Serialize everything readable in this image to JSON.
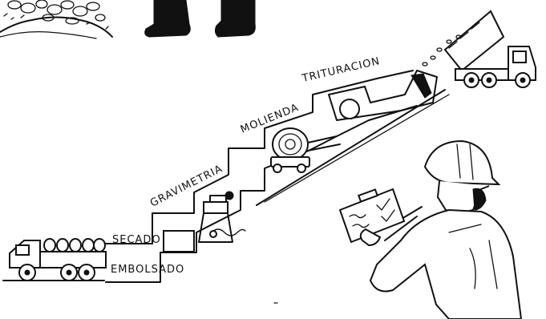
{
  "diagram": {
    "stages": {
      "trituracion": "TRITURACION",
      "molienda": "MOLIENDA",
      "gravimetria": "GRAVIMETRIA",
      "secado": "SECADO",
      "embolsado": "EMBOLSADO"
    }
  },
  "colors": {
    "ink": "#111111",
    "paper": "#ffffff"
  },
  "icons": [
    "rock-pile-icon",
    "boot-icon",
    "dump-truck-icon",
    "crusher-icon",
    "grinding-mill-icon",
    "jig-icon",
    "dryer-icon",
    "bag-truck-icon",
    "engineer-icon",
    "clipboard-icon"
  ]
}
